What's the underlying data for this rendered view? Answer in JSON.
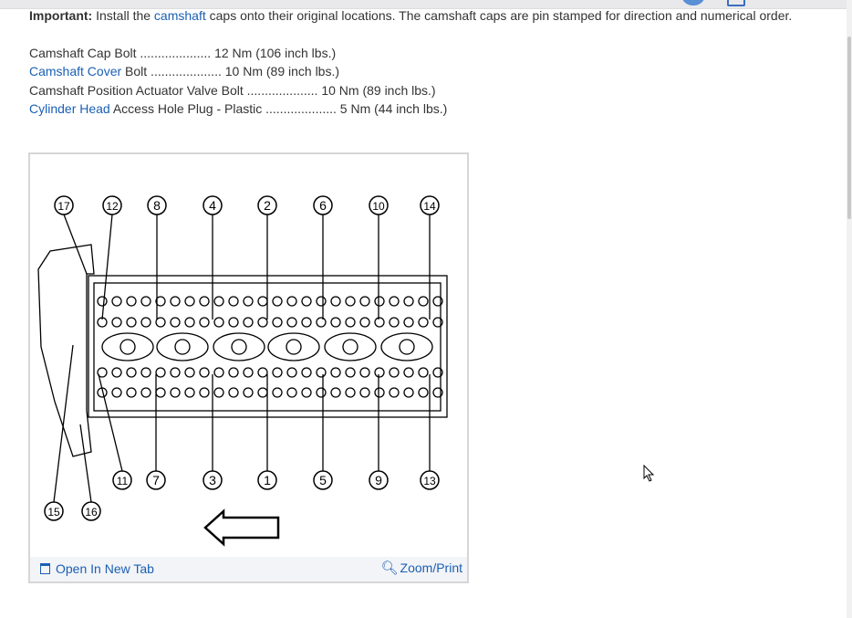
{
  "important": {
    "label": "Important:",
    "pre": " Install the ",
    "link": "camshaft",
    "post": " caps onto their original locations. The camshaft caps are pin stamped for direction and numerical order."
  },
  "specs": [
    {
      "link": "",
      "text": "Camshaft Cap Bolt .................... 12 Nm (106 inch lbs.)"
    },
    {
      "link": "Camshaft Cover",
      "text": " Bolt .................... 10 Nm (89 inch lbs.)"
    },
    {
      "link": "",
      "text": "Camshaft Position Actuator Valve Bolt .................... 10 Nm (89 inch lbs.)"
    },
    {
      "link": "Cylinder Head",
      "text": " Access Hole Plug - Plastic .................... 5 Nm (44 inch lbs.)"
    }
  ],
  "figure": {
    "top_callouts": [
      "17",
      "12",
      "8",
      "4",
      "2",
      "6",
      "10",
      "14"
    ],
    "bottom_callouts": [
      "11",
      "7",
      "3",
      "1",
      "5",
      "9",
      "13"
    ],
    "side_callouts": [
      "15",
      "16"
    ],
    "open_label": "Open In New Tab",
    "zoom_label": "Zoom/Print"
  },
  "colors": {
    "link": "#1a5fb4",
    "footer_bg": "#f3f4f7"
  }
}
